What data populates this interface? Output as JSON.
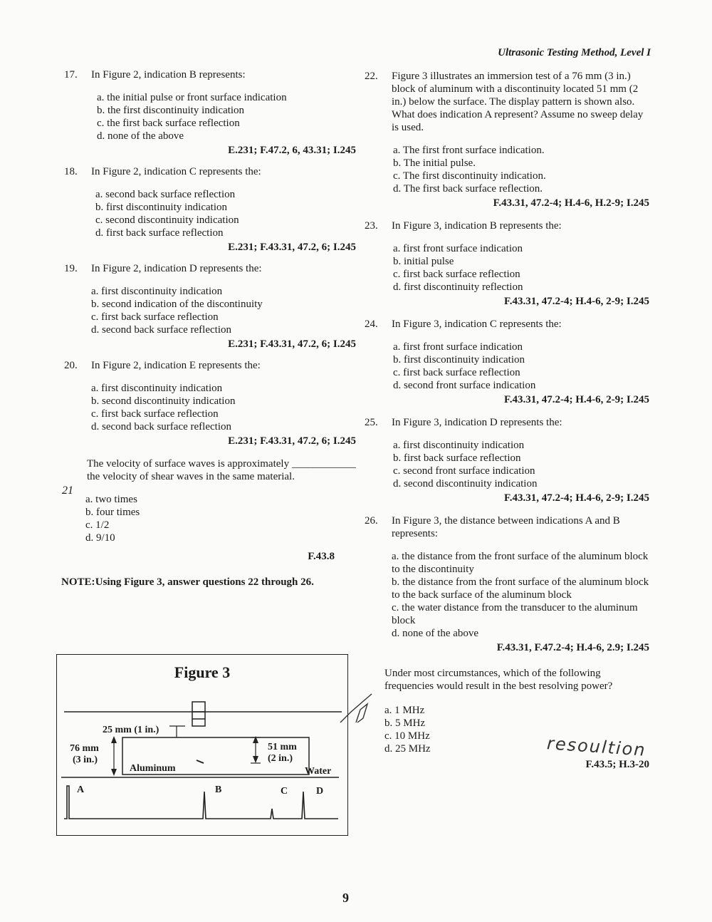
{
  "header": "Ultrasonic Testing Method, Level I",
  "page_number": "9",
  "left_questions": [
    {
      "num": "17.",
      "stem": "In Figure 2, indication B represents:",
      "options": [
        "a. the initial pulse or front surface indication",
        "b. the first discontinuity indication",
        "c. the first back surface reflection",
        "d. none of the above"
      ],
      "ref": "E.231; F.47.2, 6, 43.31; I.245"
    },
    {
      "num": "18.",
      "stem": "In Figure 2, indication C represents the:",
      "options": [
        "a. second back surface reflection",
        "b. first discontinuity indication",
        "c. second discontinuity indication",
        "d. first back surface reflection"
      ],
      "ref": "E.231; F.43.31, 47.2, 6; I.245"
    },
    {
      "num": "19.",
      "stem": "In Figure 2, indication D represents the:",
      "options": [
        "a. first discontinuity indication",
        "b. second indication of the discontinuity",
        "c. first back surface reflection",
        "d. second back surface reflection"
      ],
      "ref": "E.231; F.43.31, 47.2, 6; I.245"
    },
    {
      "num": "20.",
      "stem": "In Figure 2, indication E represents the:",
      "options": [
        "a. first discontinuity indication",
        "b. second discontinuity indication",
        "c. first back surface reflection",
        "d. second back surface reflection"
      ],
      "ref": "E.231; F.43.31, 47.2, 6; I.245"
    },
    {
      "num": "",
      "stem": "The velocity of surface waves is approximately ____________ the velocity of shear waves in the same material.",
      "options": [
        "a. two times",
        "b. four times",
        "c. 1/2",
        "d. 9/10"
      ],
      "ref": "F.43.8"
    }
  ],
  "handwritten_21": "21",
  "note": {
    "label": "NOTE:",
    "text": "Using Figure 3, answer questions 22 through 26."
  },
  "figure": {
    "title": "Figure 3",
    "water_depth": "25 mm (1 in.)",
    "block_height": "76 mm (3 in.)",
    "block_height_l1": "76 mm",
    "block_height_l2": "(3 in.)",
    "disc_depth_l1": "51 mm",
    "disc_depth_l2": "(2 in.)",
    "material": "Aluminum",
    "medium": "Water",
    "indications": [
      "A",
      "B",
      "C",
      "D"
    ]
  },
  "right_questions": [
    {
      "num": "22.",
      "stem": "Figure 3 illustrates an immersion test of a 76 mm (3 in.) block of aluminum with a discontinuity located 51 mm (2 in.) below the surface. The display pattern is shown also. What does indication A represent? Assume no sweep delay is used.",
      "options": [
        "a. The first front surface indication.",
        "b. The initial pulse.",
        "c. The first discontinuity indication.",
        "d. The first back surface reflection."
      ],
      "ref": "F.43.31, 47.2-4; H.4-6, H.2-9; I.245"
    },
    {
      "num": "23.",
      "stem": "In Figure 3, indication B represents the:",
      "options": [
        "a. first front surface indication",
        "b. initial pulse",
        "c. first back surface reflection",
        "d. first discontinuity reflection"
      ],
      "ref": "F.43.31, 47.2-4; H.4-6, 2-9; I.245"
    },
    {
      "num": "24.",
      "stem": "In Figure 3, indication C represents the:",
      "options": [
        "a. first front surface indication",
        "b. first discontinuity indication",
        "c. first back surface reflection",
        "d. second front surface indication"
      ],
      "ref": "F.43.31, 47.2-4; H.4-6, 2-9; I.245"
    },
    {
      "num": "25.",
      "stem": "In Figure 3, indication D represents the:",
      "options": [
        "a. first discontinuity indication",
        "b. first back surface reflection",
        "c. second front surface indication",
        "d. second discontinuity indication"
      ],
      "ref": "F.43.31, 47.2-4; H.4-6, 2-9; I.245"
    },
    {
      "num": "26.",
      "stem": "In Figure 3, the distance between indications A and B represents:",
      "options": [
        "a. the distance from the front surface of the aluminum block to the discontinuity",
        "b. the distance from the front surface of the aluminum block to the back surface of the aluminum block",
        "c. the water distance from the transducer to the aluminum block",
        "d. none of the above"
      ],
      "ref": "F.43.31, F.47.2-4; H.4-6, 2.9; I.245"
    },
    {
      "num": "",
      "stem": "Under most circumstances, which of the following frequencies would result in the best resolving power?",
      "options": [
        "a. 1 MHz",
        "b. 5 MHz",
        "c. 10 MHz",
        "d. 25 MHz"
      ],
      "ref": "F.43.5; H.3-20"
    }
  ],
  "handwritten_note": "resoultion"
}
